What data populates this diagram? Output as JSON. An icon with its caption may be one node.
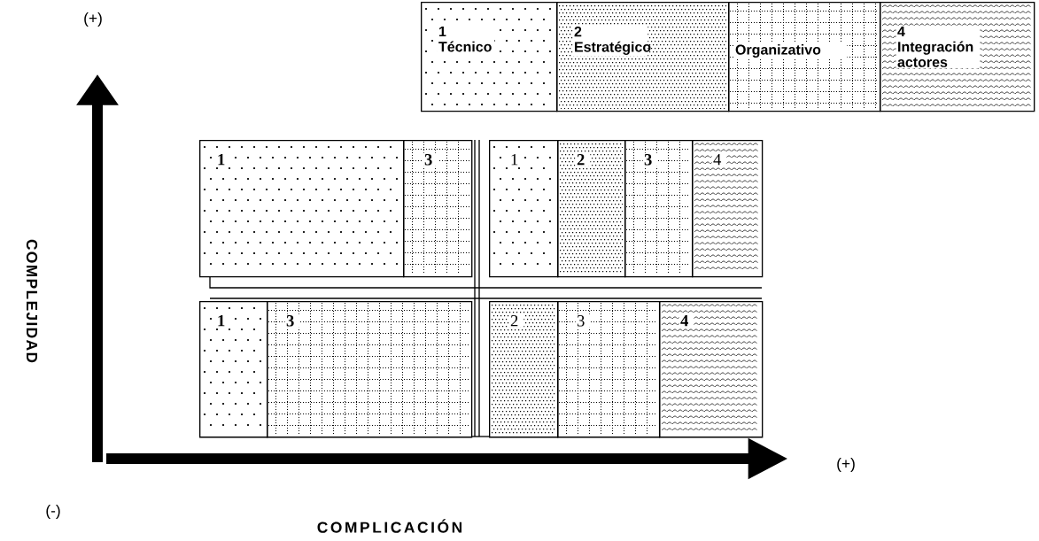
{
  "diagram": {
    "nodes": [
      {
        "text": [
          "1 Técnico"
        ]
      },
      {
        "text": [
          "2 Estratégico"
        ]
      },
      {
        "text": [
          "Organizativo"
        ]
      },
      {
        "text": [
          "4 Integración actores"
        ]
      },
      {
        "text": [
          "1"
        ]
      },
      {
        "text": [
          "3"
        ]
      },
      {
        "text": [
          "1"
        ]
      },
      {
        "text": [
          "2"
        ]
      },
      {
        "text": [
          "3"
        ]
      },
      {
        "text": [
          "4"
        ]
      },
      {
        "text": [
          "1"
        ]
      },
      {
        "text": [
          "3"
        ]
      },
      {
        "text": [
          "2"
        ]
      },
      {
        "text": [
          "3"
        ]
      },
      {
        "text": [
          "4"
        ]
      }
    ],
    "labels": [
      "(+)",
      "COMPLEJIDAD",
      "(+)",
      "(-)",
      "COMPLICACIÓN"
    ]
  }
}
